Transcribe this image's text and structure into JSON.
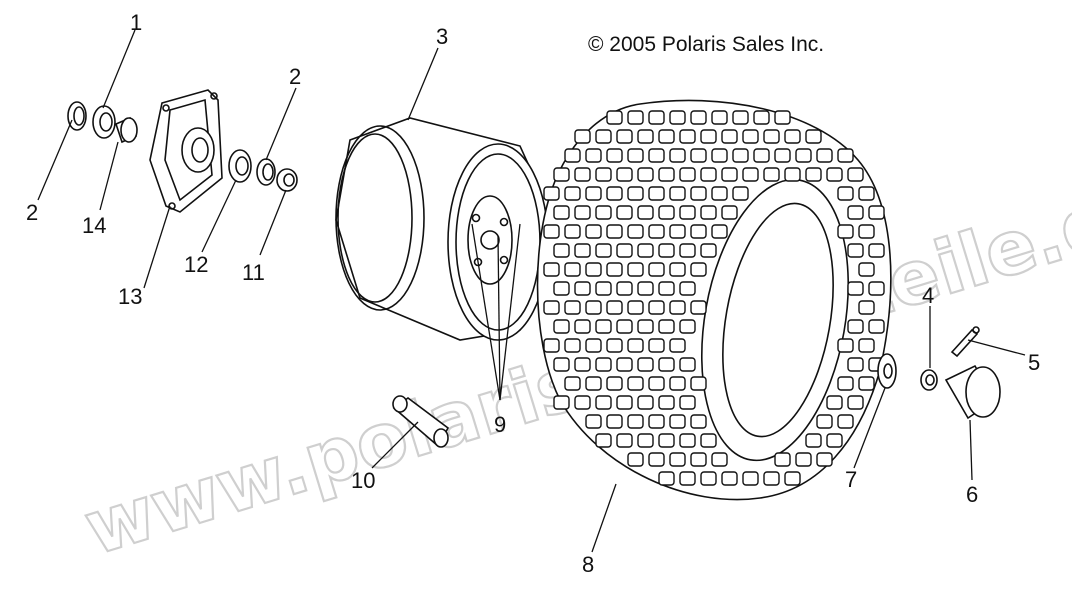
{
  "diagram": {
    "copyright": "© 2005 Polaris Sales Inc.",
    "watermark": "www.polaris-ersatzteile.de",
    "callouts": [
      {
        "id": "c1",
        "text": "1"
      },
      {
        "id": "c2a",
        "text": "2"
      },
      {
        "id": "c2b",
        "text": "2"
      },
      {
        "id": "c3",
        "text": "3"
      },
      {
        "id": "c4",
        "text": "4"
      },
      {
        "id": "c5",
        "text": "5"
      },
      {
        "id": "c6",
        "text": "6"
      },
      {
        "id": "c7",
        "text": "7"
      },
      {
        "id": "c8",
        "text": "8"
      },
      {
        "id": "c9",
        "text": "9"
      },
      {
        "id": "c10",
        "text": "10"
      },
      {
        "id": "c11",
        "text": "11"
      },
      {
        "id": "c12",
        "text": "12"
      },
      {
        "id": "c13",
        "text": "13"
      },
      {
        "id": "c14",
        "text": "14"
      }
    ]
  }
}
